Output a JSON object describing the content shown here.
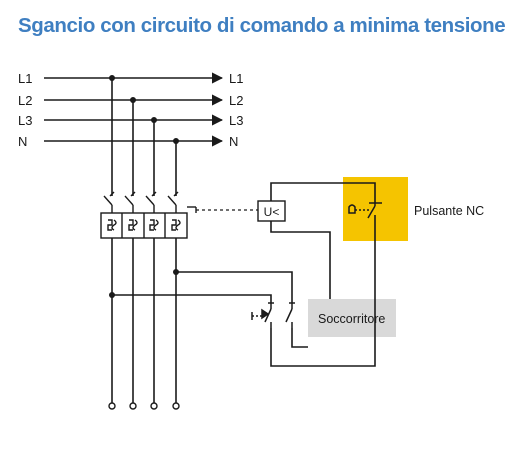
{
  "title": "Sgancio con circuito di comando a minima tensione",
  "lines": [
    {
      "left": "L1",
      "right": "L1"
    },
    {
      "left": "L2",
      "right": "L2"
    },
    {
      "left": "L3",
      "right": "L3"
    },
    {
      "left": "N",
      "right": "N"
    }
  ],
  "undervoltage_relay": {
    "label": "U<"
  },
  "pushbutton": {
    "label": "Pulsante NC",
    "color": "#f5c400"
  },
  "auxiliary_supply": {
    "label": "Soccorritore",
    "color": "#d9d9d9"
  },
  "colors": {
    "title": "#3f7fc1",
    "wire": "#1a1a1a"
  }
}
